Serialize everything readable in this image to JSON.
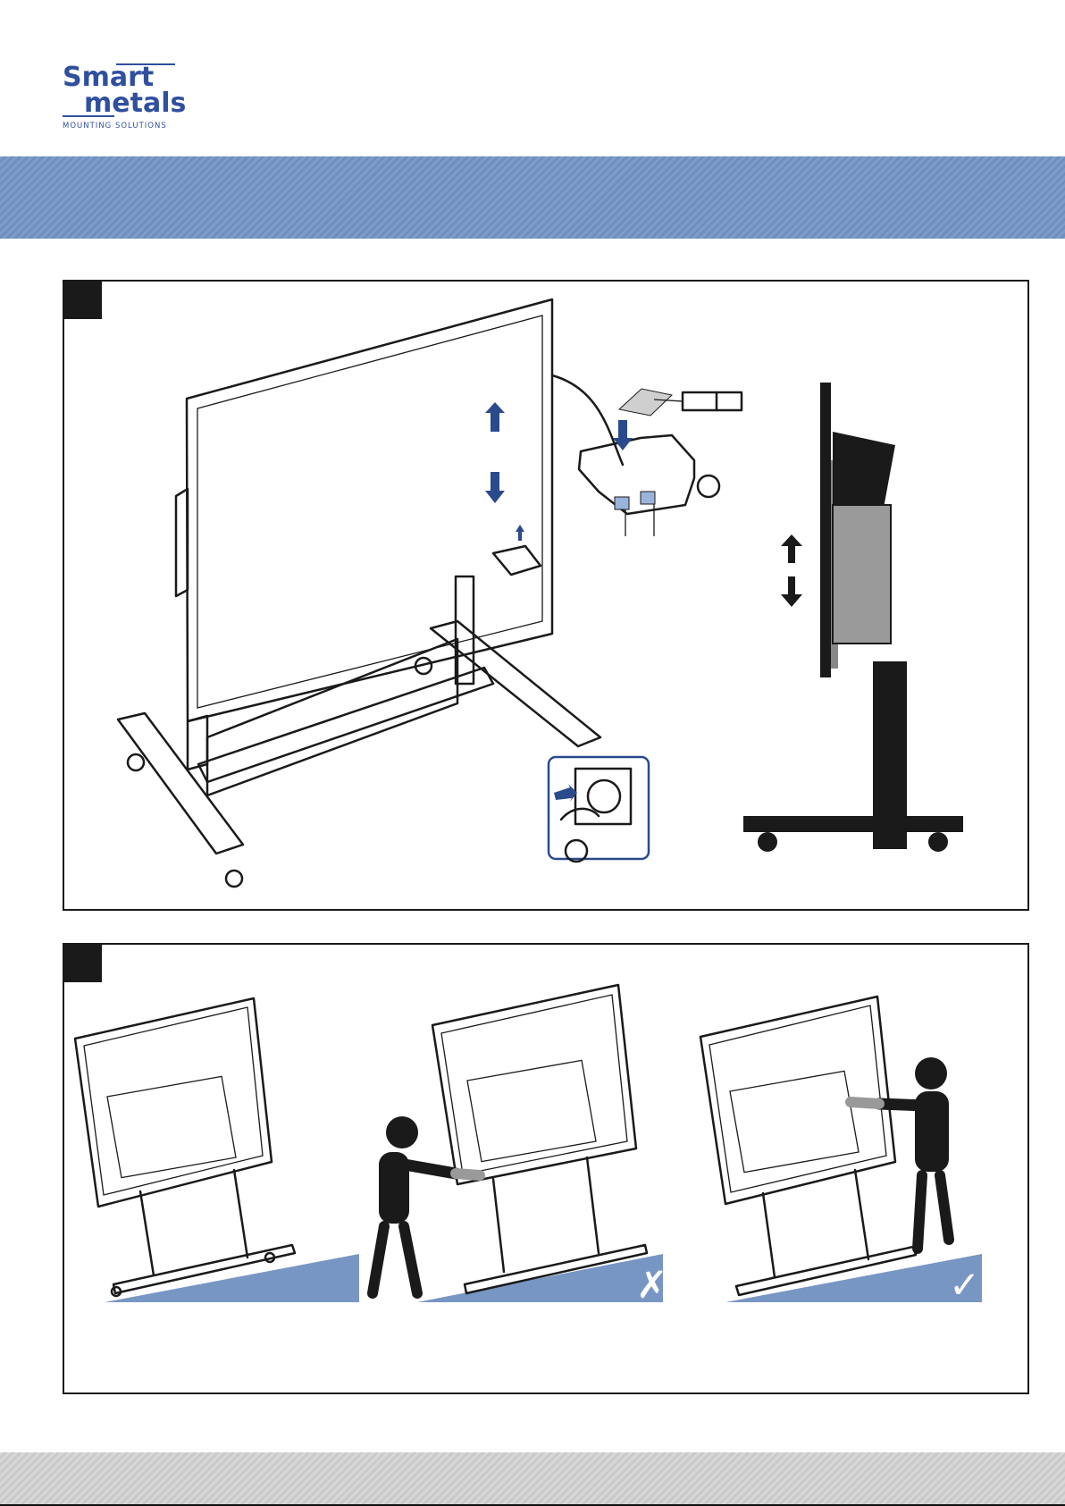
{
  "brand": {
    "logo_line1": "Smart",
    "logo_line2": "metals",
    "tagline": "MOUNTING SOLUTIONS",
    "brand_color": "#2f4f9f"
  },
  "banner": {
    "color": "#7896c4"
  },
  "step1": {
    "icons": [
      "up-arrow-icon",
      "down-arrow-icon",
      "control-box-icon",
      "power-plug-icon"
    ]
  },
  "step2": {
    "scenes": [
      {
        "name": "tilted-screen-on-slope",
        "mark": ""
      },
      {
        "name": "pushing-from-front",
        "mark": "✗"
      },
      {
        "name": "pushing-from-behind",
        "mark": "✓"
      }
    ],
    "slope_color": "#7896c4"
  }
}
